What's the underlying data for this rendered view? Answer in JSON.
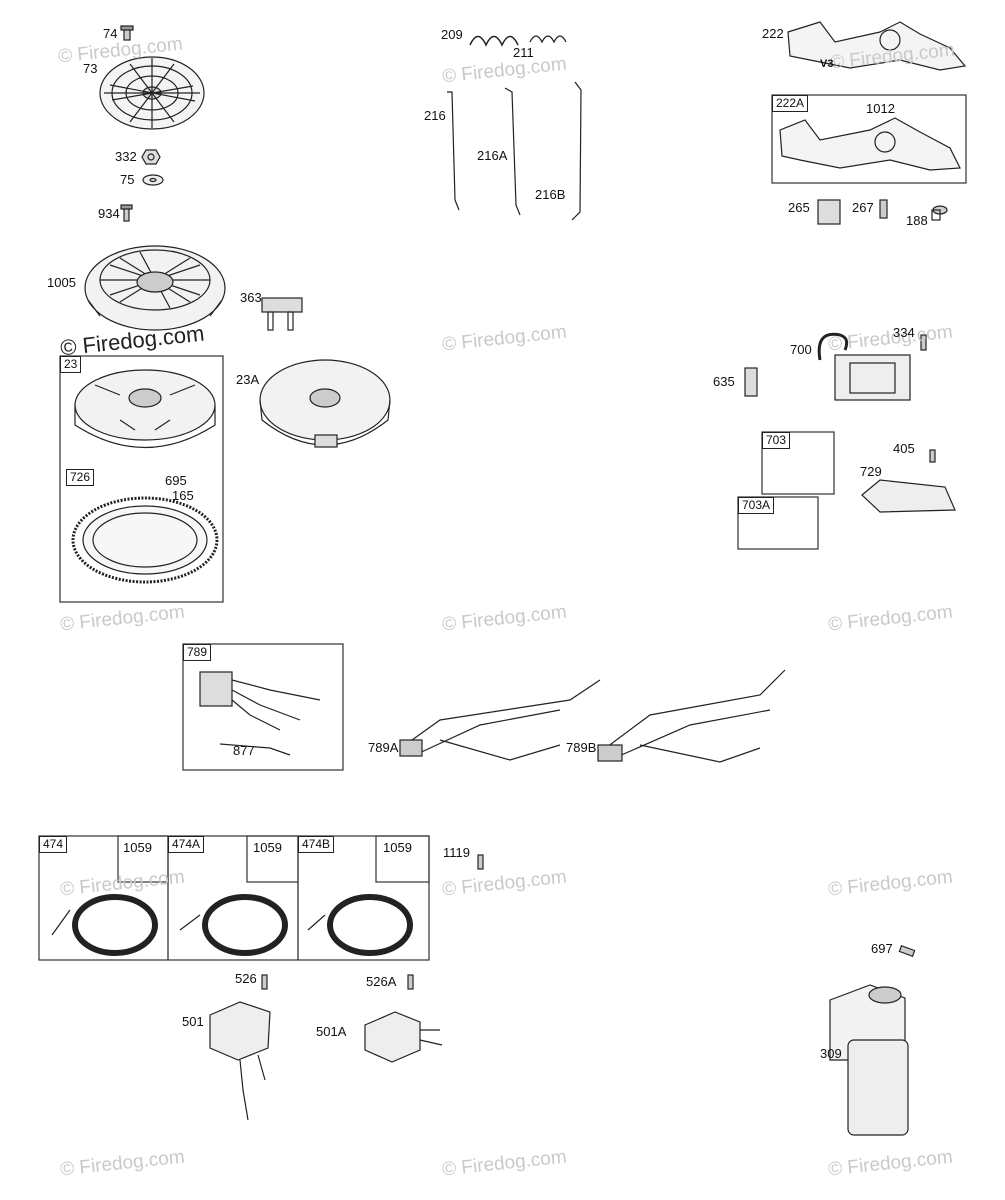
{
  "watermark": "© Firedog.com",
  "callouts": {
    "c74": "74",
    "c73": "73",
    "c332": "332",
    "c75": "75",
    "c934": "934",
    "c1005": "1005",
    "c363": "363",
    "c23": "23",
    "c23A": "23A",
    "c726": "726",
    "c695": "695",
    "c165": "165",
    "c209": "209",
    "c211": "211",
    "c216": "216",
    "c216A": "216A",
    "c216B": "216B",
    "c222": "222",
    "cV3": "V3",
    "c222A": "222A",
    "c1012": "1012",
    "c265": "265",
    "c267": "267",
    "c188": "188",
    "c334": "334",
    "c700": "700",
    "c635": "635",
    "c703": "703",
    "c405": "405",
    "c729": "729",
    "c703A": "703A",
    "c789": "789",
    "c877": "877",
    "c789A": "789A",
    "c789B": "789B",
    "c474": "474",
    "c474A": "474A",
    "c474B": "474B",
    "c1059a": "1059",
    "c1059b": "1059",
    "c1059c": "1059",
    "c1119": "1119",
    "c526": "526",
    "c526A": "526A",
    "c501": "501",
    "c501A": "501A",
    "c697": "697",
    "c309": "309"
  }
}
